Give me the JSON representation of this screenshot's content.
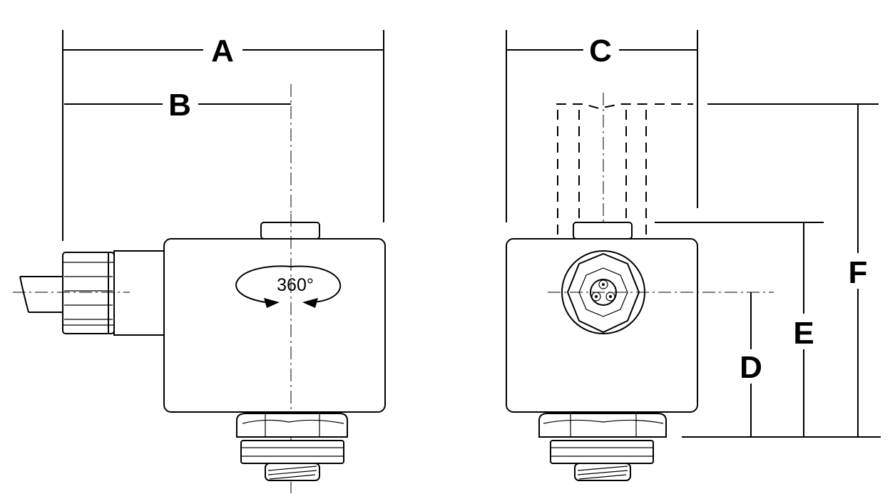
{
  "dimensions": {
    "a": "A",
    "b": "B",
    "c": "C",
    "d": "D",
    "e": "E",
    "f": "F"
  },
  "rotation_note": "360°",
  "line_color": "#000000",
  "background_color": "#ffffff"
}
